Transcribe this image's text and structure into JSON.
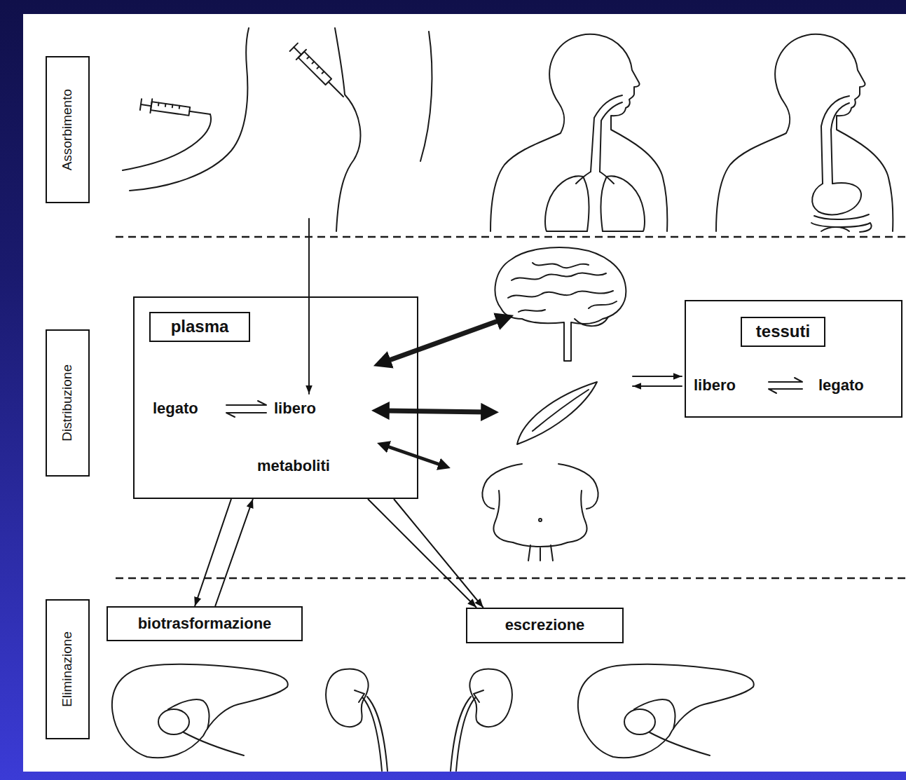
{
  "diagram": {
    "nodes": [
      {
        "text": [
          "Assorbimento"
        ]
      },
      {
        "text": [
          "Distribuzione"
        ]
      },
      {
        "text": [
          "legato",
          "libero",
          "metaboliti"
        ]
      },
      {
        "text": [
          "plasma"
        ],
        "in": 2
      },
      {
        "text": [
          "libero",
          "legato"
        ]
      },
      {
        "text": [
          "tessuti"
        ],
        "in": 4
      },
      {
        "text": [
          "Eliminazione"
        ]
      },
      {
        "text": [
          "biotrasformazione"
        ]
      },
      {
        "text": [
          "escrezione"
        ]
      }
    ],
    "edges": [
      {
        "from": 2,
        "to": 7,
        "arrow": "to"
      },
      {
        "from": 7,
        "to": 2,
        "arrow": "to"
      },
      {
        "from": 2,
        "to": 8,
        "arrow": "to"
      },
      {
        "from": 2,
        "to": 8,
        "arrow": "to"
      }
    ]
  }
}
